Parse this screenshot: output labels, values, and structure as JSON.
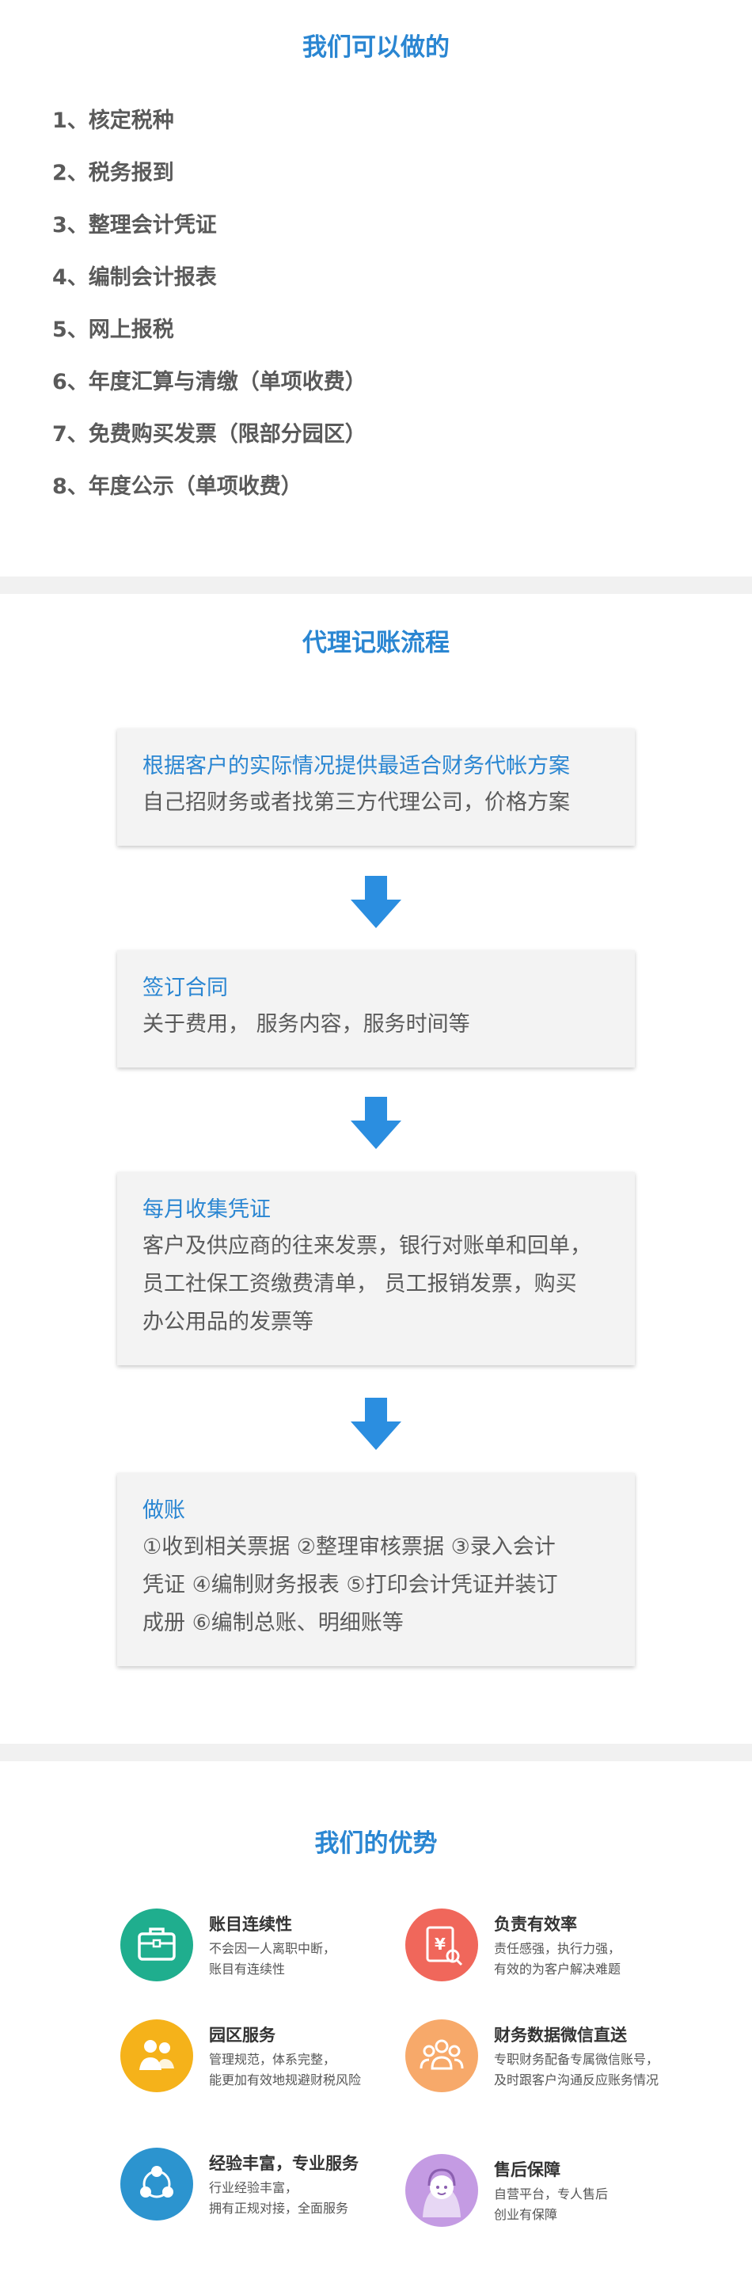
{
  "services": {
    "title": "我们可以做的",
    "items": [
      "1、核定税种",
      "2、税务报到",
      "3、整理会计凭证",
      "4、编制会计报表",
      "5、网上报税",
      "6、年度汇算与清缴（单项收费）",
      "7、免费购买发票（限部分园区）",
      "8、年度公示（单项收费）"
    ]
  },
  "process": {
    "title": "代理记账流程",
    "steps": [
      {
        "head": "根据客户的实际情况提供最适合财务代帐方案",
        "desc": "自己招财务或者找第三方代理公司，价格方案"
      },
      {
        "head": "签订合同",
        "desc": "关于费用， 服务内容，服务时间等"
      },
      {
        "head": "每月收集凭证",
        "desc_lines": [
          "客户及供应商的往来发票，银行对账单和回单，",
          "员工社保工资缴费清单， 员工报销发票，购买",
          "办公用品的发票等"
        ]
      },
      {
        "head": "做账",
        "desc_lines": [
          "①收到相关票据 ②整理审核票据 ③录入会计",
          "凭证 ④编制财务报表 ⑤打印会计凭证并装订",
          "成册 ⑥编制总账、明细账等"
        ]
      }
    ],
    "arrow_color": "#2b8ee0"
  },
  "advantages": {
    "title": "我们的优势",
    "items": [
      {
        "icon": "briefcase-icon",
        "color": "#1fae8e",
        "title": "账目连续性",
        "desc": [
          "不会因一人离职中断，",
          "账目有连续性"
        ]
      },
      {
        "icon": "money-document-icon",
        "color": "#f0675b",
        "title": "负责有效率",
        "desc": [
          "责任感强，执行力强，",
          "有效的为客户解决难题"
        ]
      },
      {
        "icon": "handshake-icon",
        "color": "#f5b21a",
        "title": "园区服务",
        "desc": [
          "管理规范，体系完整，",
          "能更加有效地规避财税风险"
        ]
      },
      {
        "icon": "team-icon",
        "color": "#f7a96a",
        "title": "财务数据微信直送",
        "desc": [
          "专职财务配备专属微信账号，",
          "及时跟客户沟通反应账务情况"
        ]
      },
      {
        "icon": "network-icon",
        "color": "#2c94cf",
        "title": "经验丰富，专业服务",
        "desc": [
          "行业经验丰富，",
          "拥有正规对接，全面服务"
        ]
      },
      {
        "icon": "support-agent-icon",
        "color": "#c49be3",
        "title": "售后保障",
        "desc": [
          "自营平台，专人售后",
          "创业有保障"
        ]
      }
    ]
  }
}
